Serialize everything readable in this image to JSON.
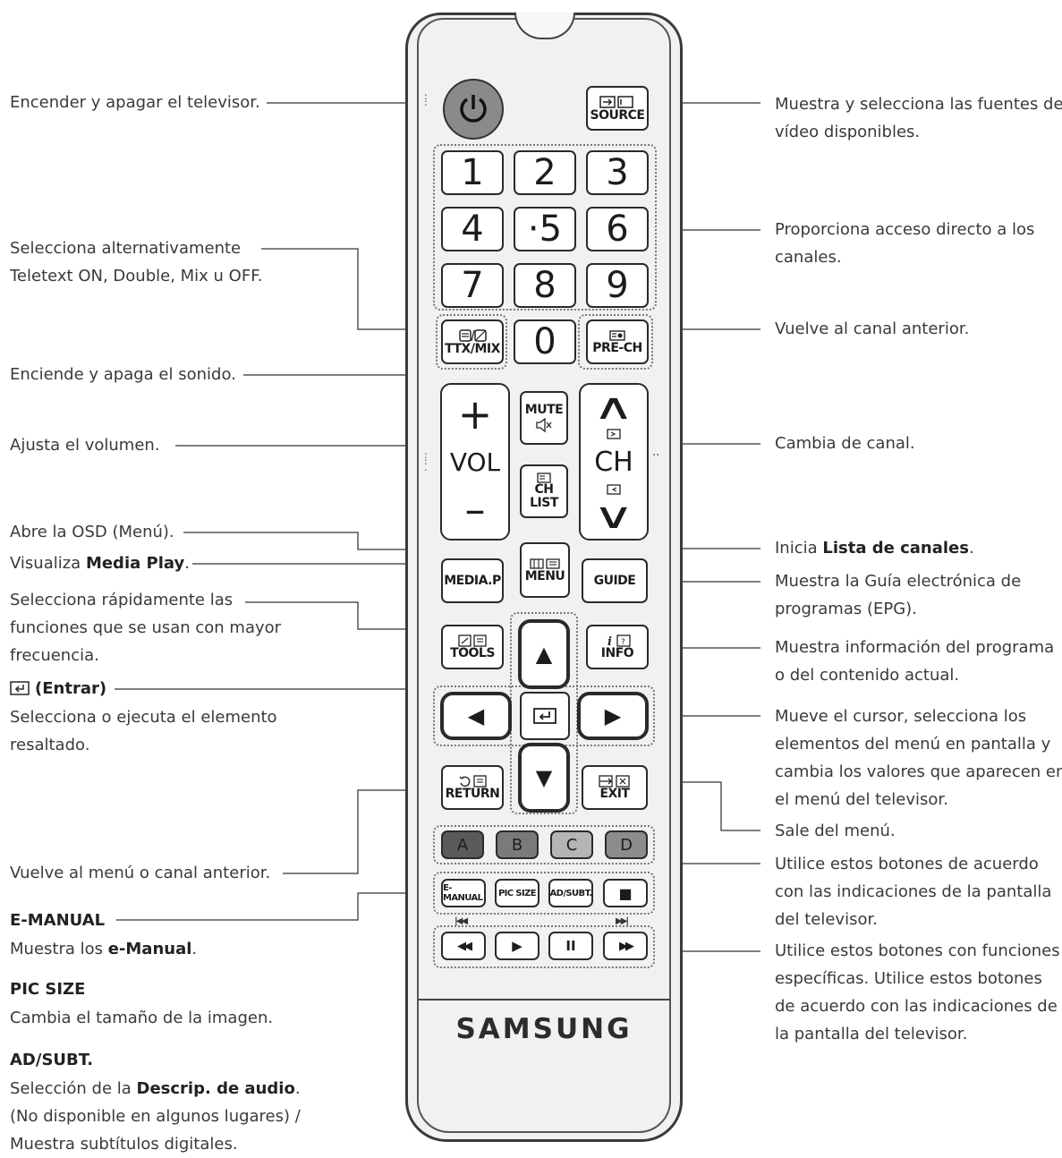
{
  "left_labels": {
    "power": "Encender y apagar el televisor.",
    "teletext_1": "Selecciona alternativamente",
    "teletext_2": "Teletext ON, Double, Mix u OFF.",
    "mute": "Enciende y apaga el sonido.",
    "volume": "Ajusta el volumen.",
    "menu": "Abre la OSD (Menú).",
    "media_play_prefix": "Visualiza ",
    "media_play_bold": "Media Play",
    "media_play_suffix": ".",
    "tools_1": "Selecciona rápidamente las",
    "tools_2": "funciones que se usan con mayor",
    "tools_3": "frecuencia.",
    "enter_head": "(Entrar)",
    "enter_1": "Selecciona o ejecuta el elemento",
    "enter_2": "resaltado.",
    "return": "Vuelve al menú o canal anterior.",
    "emanual_head": "E-MANUAL",
    "emanual_prefix": "Muestra los ",
    "emanual_bold": "e-Manual",
    "emanual_suffix": ".",
    "picsize_head": "PIC SIZE",
    "picsize_desc": "Cambia el tamaño de la imagen.",
    "adsubt_head": "AD/SUBT.",
    "adsubt_prefix": "Selección de la ",
    "adsubt_bold": "Descrip. de audio",
    "adsubt_suffix": ".",
    "adsubt_2": "(No disponible en algunos lugares) /",
    "adsubt_3": "Muestra subtítulos digitales."
  },
  "right_labels": {
    "source_1": "Muestra y selecciona las fuentes de",
    "source_2": "vídeo disponibles.",
    "numbers_1": "Proporciona acceso directo a los",
    "numbers_2": "canales.",
    "prech": "Vuelve al canal anterior.",
    "channel": "Cambia de canal.",
    "chlist_prefix": "Inicia ",
    "chlist_bold": "Lista de canales",
    "chlist_suffix": ".",
    "guide_1": "Muestra la Guía electrónica de",
    "guide_2": "programas (EPG).",
    "info_1": "Muestra información del programa",
    "info_2": "o del contenido actual.",
    "cursor_1": "Mueve el cursor, selecciona los",
    "cursor_2": "elementos del menú en pantalla y",
    "cursor_3": "cambia los valores que aparecen en",
    "cursor_4": "el menú del televisor.",
    "exit": "Sale del menú.",
    "color_1": "Utilice estos botones de acuerdo",
    "color_2": "con las indicaciones de la pantalla",
    "color_3": "del televisor.",
    "playback_1": "Utilice estos botones con funciones",
    "playback_2": "específicas. Utilice estos botones",
    "playback_3": "de acuerdo con las indicaciones de",
    "playback_4": "la pantalla del televisor."
  },
  "remote": {
    "brand": "SAMSUNG",
    "source": "SOURCE",
    "digits": [
      "1",
      "2",
      "3",
      "4",
      "·5",
      "6",
      "7",
      "8",
      "9"
    ],
    "zero": "0",
    "ttx": "TTX/MIX",
    "prech": "PRE-CH",
    "mute": "MUTE",
    "vol_plus": "+",
    "vol": "VOL",
    "vol_minus": "–",
    "ch": "CH",
    "ch_list_1": "CH",
    "ch_list_2": "LIST",
    "media_p": "MEDIA.P",
    "menu": "MENU",
    "guide": "GUIDE",
    "tools": "TOOLS",
    "info": "INFO",
    "return": "RETURN",
    "exit": "EXIT",
    "color_a": "A",
    "color_b": "B",
    "color_c": "C",
    "color_d": "D",
    "emanual": "E-MANUAL",
    "pic_size": "PIC SIZE",
    "ad_subt": "AD/SUBT.",
    "up": "▲",
    "down": "▼",
    "left": "◀",
    "right": "▶",
    "stop": "■",
    "rewind": "◀◀",
    "play": "▶",
    "pause": "II",
    "ffwd": "▶▶",
    "ch_up": "∧",
    "ch_down": "∨",
    "color_a_hex": "#5a5a5a",
    "color_b_hex": "#7a7a7a",
    "color_c_hex": "#b5b5b5",
    "color_d_hex": "#8c8c8c"
  }
}
